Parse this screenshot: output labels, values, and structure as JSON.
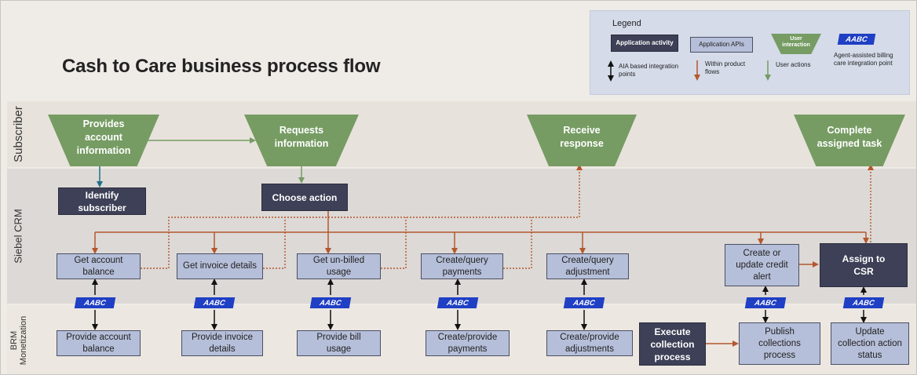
{
  "title": "Cash to Care business process flow",
  "lanes": [
    {
      "id": "subscriber",
      "label": "Subscriber"
    },
    {
      "id": "crm",
      "label": "Siebel CRM"
    },
    {
      "id": "brm",
      "label": "BRM\nMonetization"
    }
  ],
  "legend": {
    "title": "Legend",
    "items": {
      "application_activity": "Application activity",
      "application_apis": "Application APIs",
      "user_interaction": "User interaction",
      "aabc": "AABC",
      "aia_arrows": "AIA based integration points",
      "product_flows": "Within product flows",
      "user_actions": "User actions",
      "agent_assisted": "Agent-assisted billing care integration point"
    }
  },
  "subscriber": {
    "provides_account_info": "Provides account information",
    "requests_information": "Requests information",
    "receive_response": "Receive response",
    "complete_task": "Complete assigned task"
  },
  "crm": {
    "identify_subscriber": "Identify subscriber",
    "choose_action": "Choose action",
    "get_account_balance": "Get account balance",
    "get_invoice_details": "Get invoice details",
    "get_unbilled_usage": "Get un-billed usage",
    "create_query_payments": "Create/query payments",
    "create_query_adjustment": "Create/query adjustment",
    "create_credit_alert": "Create or update credit alert",
    "assign_to_csr": "Assign to CSR"
  },
  "aabc_label": "AABC",
  "brm": {
    "provide_account_balance": "Provide account balance",
    "provide_invoice_details": "Provide invoice details",
    "provide_bill_usage": "Provide bill usage",
    "create_provide_payments": "Create/provide payments",
    "create_provide_adjustments": "Create/provide adjustments",
    "execute_collection": "Execute collection process",
    "publish_collections": "Publish collections process",
    "update_collection_status": "Update collection action status"
  },
  "colors": {
    "activity": "#3d4056",
    "api": "#b6bfd9",
    "user": "#769c63",
    "aabc": "#1f3fc4",
    "product_flow": "#b4572e",
    "aia": "#111111",
    "user_arrow": "#769c63",
    "teal_arrow": "#1f6f8b"
  }
}
